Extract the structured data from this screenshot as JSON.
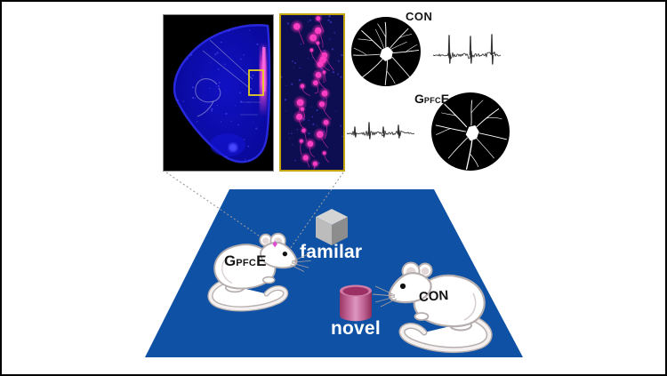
{
  "colors": {
    "arena_blue": "#0f51a4",
    "highlight_yellow": "#e8cf1e",
    "inset_border_yellow": "#c3a60b",
    "magenta": "#e63fb4",
    "background": "#ffffff"
  },
  "histology": {
    "con_label": "CON",
    "gpfce_label": {
      "g": "G",
      "sub": "PFC",
      "e": "E"
    }
  },
  "arena": {
    "familiar_label": "familar",
    "novel_label": "novel",
    "left_mouse_label": {
      "g": "G",
      "sub": "PFC",
      "e": "E"
    },
    "right_mouse_label": "CON"
  }
}
